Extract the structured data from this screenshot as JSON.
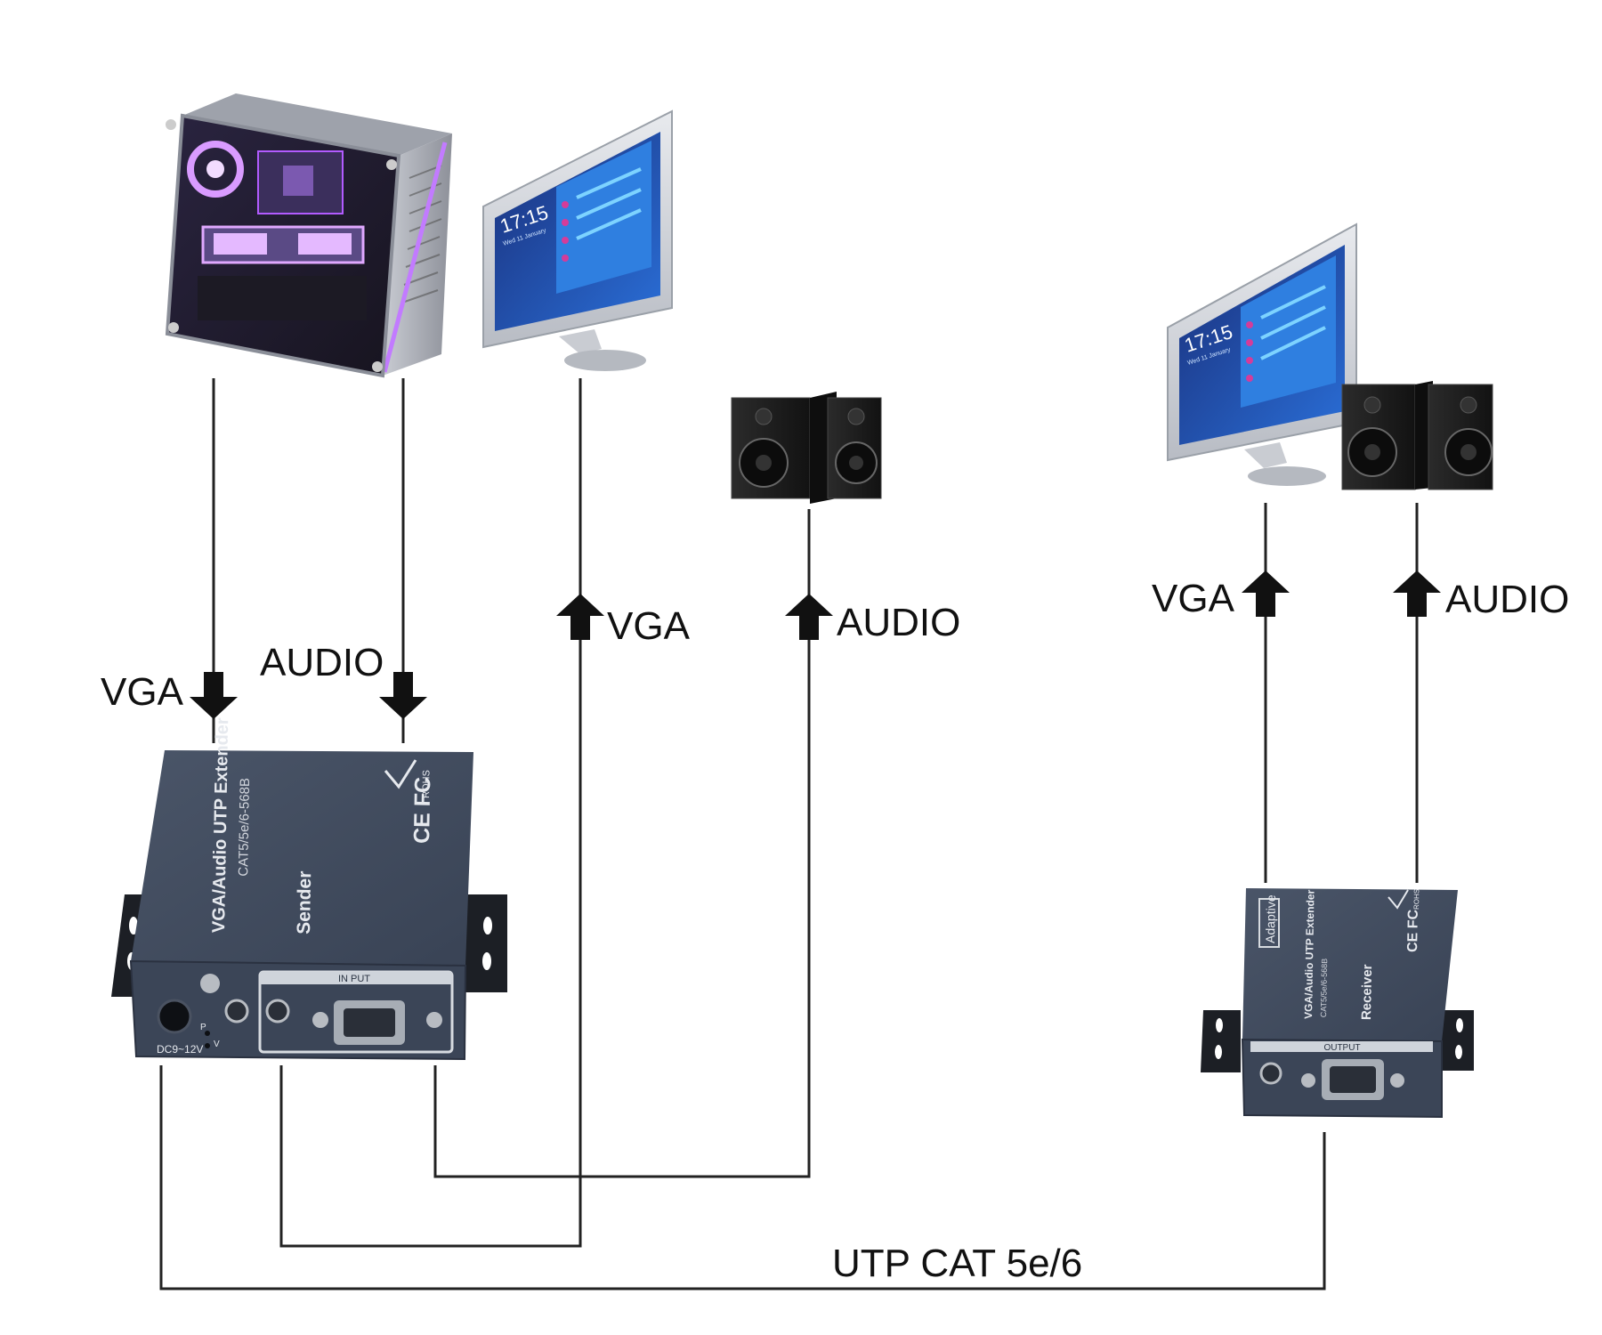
{
  "labels": {
    "vga_in": "VGA",
    "audio_in": "AUDIO",
    "vga_out_local": "VGA",
    "audio_out_local": "AUDIO",
    "vga_out_remote": "VGA",
    "audio_out_remote": "AUDIO",
    "cable": "UTP CAT 5e/6"
  },
  "sender": {
    "model": "VGA/Audio UTP Extender",
    "standard": "CAT5/5e/6-568B",
    "role": "Sender",
    "port_panel": "IN PUT",
    "power": "DC9~12V",
    "led_p": "P",
    "led_v": "V",
    "marks": "CE FC",
    "rohs": "ROHS"
  },
  "receiver": {
    "badge": "Adaptive",
    "model": "VGA/Audio UTP Extender",
    "standard": "CAT5/5e/6-568B",
    "role": "Receiver",
    "port_panel": "OUTPUT",
    "marks": "CE FC",
    "rohs": "ROHS"
  },
  "monitor": {
    "clock": "17:15",
    "date": "Wed 11 January"
  },
  "colors": {
    "line": "#222222",
    "device_body": "#3f4a5c",
    "device_side": "#2c3544",
    "bracket": "#1c1f25",
    "screen": "#1c4fa8",
    "pc_glow": "#b25bff",
    "speaker": "#1e1e1e"
  },
  "icons": [
    "pc-tower-icon",
    "monitor-icon",
    "speaker-pair-icon",
    "arrow-down-icon",
    "arrow-up-icon"
  ]
}
